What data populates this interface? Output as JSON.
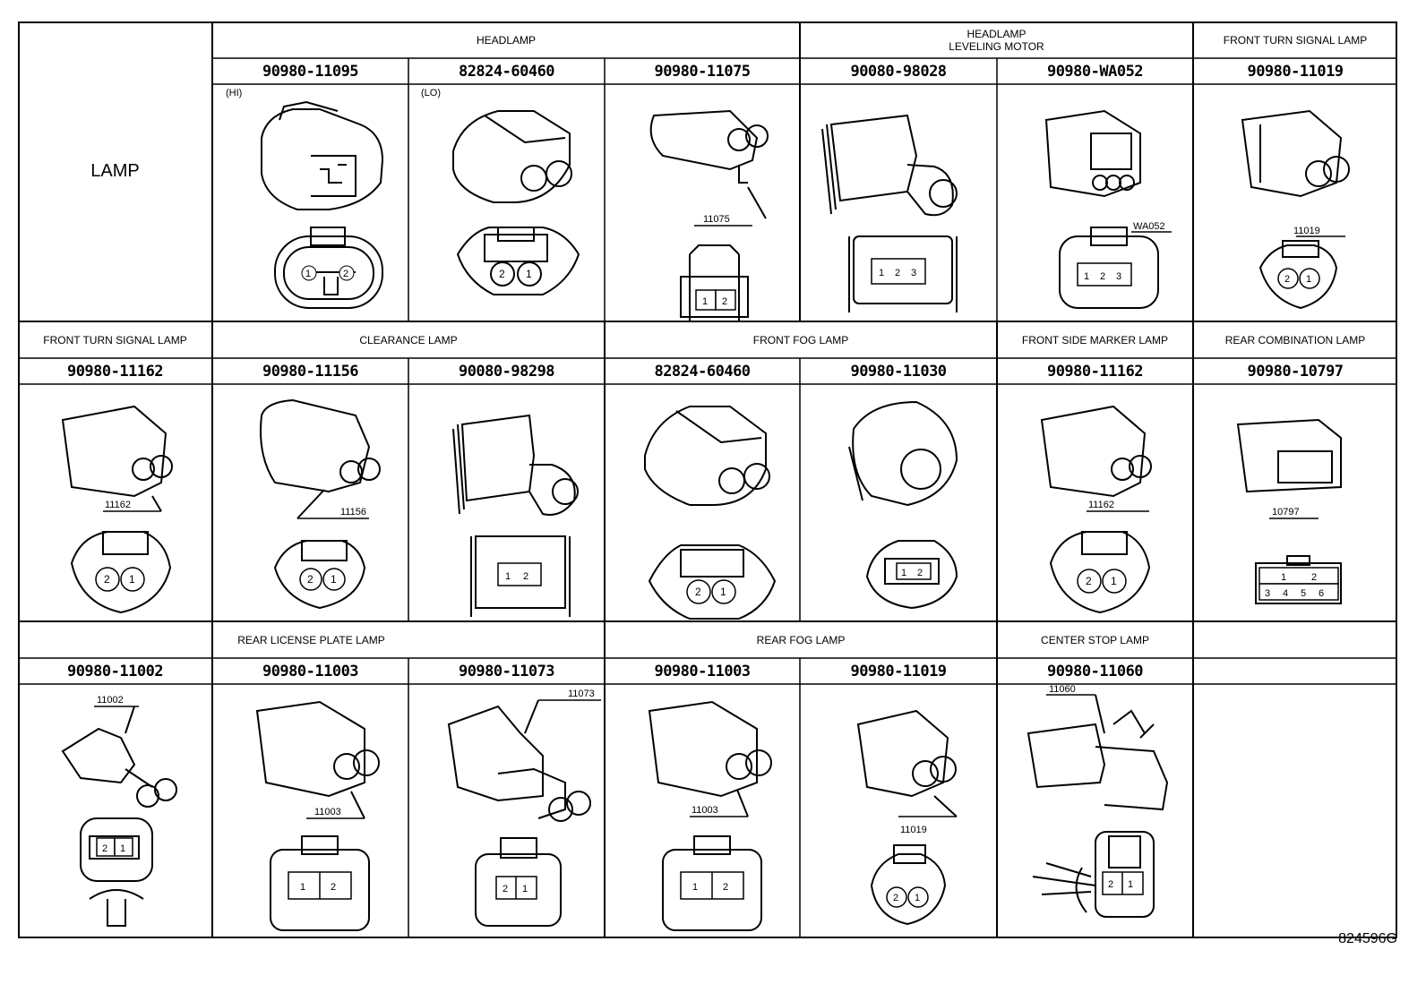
{
  "corner_label": "LAMP",
  "row1": {
    "groups": [
      "HEADLAMP",
      "HEADLAMP\nLEVELING MOTOR",
      "FRONT TURN SIGNAL LAMP"
    ],
    "parts": [
      "90980-11095",
      "82824-60460",
      "90980-11075",
      "90080-98028",
      "90980-WA052",
      "90980-11019"
    ],
    "sublabels": [
      "(HI)",
      "(LO)"
    ],
    "callouts": [
      "11075",
      "WA052",
      "11019"
    ]
  },
  "row2": {
    "groups": [
      "FRONT TURN SIGNAL LAMP",
      "CLEARANCE LAMP",
      "FRONT FOG LAMP",
      "FRONT SIDE MARKER LAMP",
      "REAR COMBINATION LAMP"
    ],
    "parts": [
      "90980-11162",
      "90980-11156",
      "90080-98298",
      "82824-60460",
      "90980-11030",
      "90980-11162",
      "90980-10797"
    ],
    "callouts": [
      "11162",
      "11156",
      "11162",
      "10797"
    ]
  },
  "row3": {
    "groups": [
      "REAR LICENSE PLATE LAMP",
      "REAR FOG LAMP",
      "CENTER STOP LAMP"
    ],
    "parts": [
      "90980-11002",
      "90980-11003",
      "90980-11073",
      "90980-11003",
      "90980-11019",
      "90980-11060"
    ],
    "callouts": [
      "11002",
      "11003",
      "11073",
      "11003",
      "11019",
      "11060"
    ]
  },
  "pin_labels": {
    "c2": [
      "1",
      "2"
    ],
    "c3": [
      "2",
      "1"
    ],
    "c4": [
      "1",
      "2"
    ],
    "c5": [
      "1",
      "2",
      "3"
    ],
    "c6": [
      "1",
      "2",
      "3"
    ],
    "c7": [
      "2",
      "1"
    ],
    "r2c1": [
      "2",
      "1"
    ],
    "r2c2": [
      "2",
      "1"
    ],
    "r2c3": [
      "1",
      "2"
    ],
    "r2c4": [
      "2",
      "1"
    ],
    "r2c5": [
      "1",
      "2"
    ],
    "r2c6": [
      "2",
      "1"
    ],
    "r2c7": [
      "1",
      "2",
      "3",
      "4",
      "5",
      "6"
    ],
    "r3c1": [
      "2",
      "1"
    ],
    "r3c2": [
      "1",
      "2"
    ],
    "r3c3": [
      "2",
      "1"
    ],
    "r3c4": [
      "1",
      "2"
    ],
    "r3c5": [
      "2",
      "1"
    ],
    "r3c6": [
      "2",
      "1"
    ]
  },
  "reference_code": "824596G",
  "colors": {
    "line": "#000000",
    "background": "#ffffff"
  }
}
